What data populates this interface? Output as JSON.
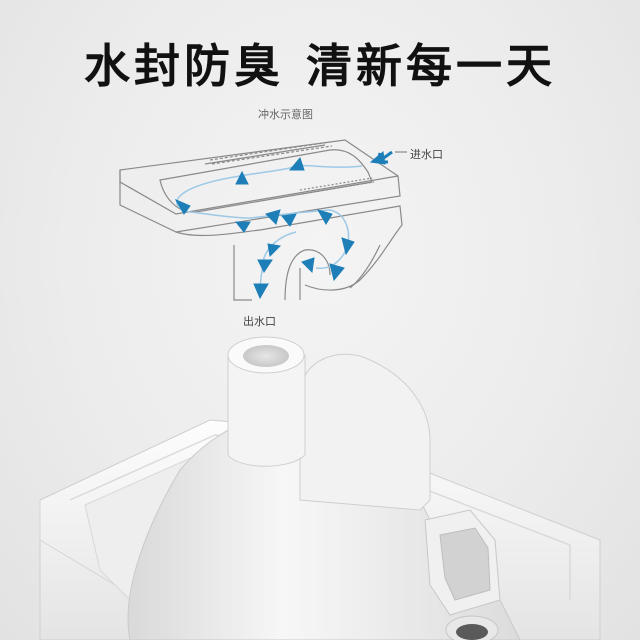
{
  "headline": {
    "part1": "水封防臭",
    "part2": "清新每一天"
  },
  "diagram": {
    "title": "冲水示意图",
    "inlet_label": "进水口",
    "outlet_label": "出水口",
    "arrow_color": "#1e7fb8",
    "line_color": "#8a8a8a"
  },
  "product": {
    "description_icon": "squat-toilet-ceramic-icon",
    "color": "#ffffff"
  }
}
